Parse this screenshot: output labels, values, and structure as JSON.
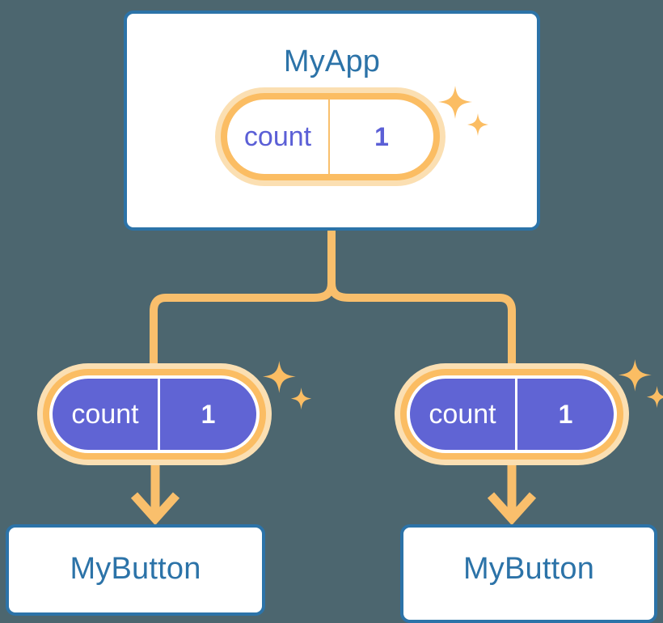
{
  "theme": {
    "background": "#4c666f",
    "card_border": "#2c73a8",
    "card_fill": "#ffffff",
    "title_text": "#2c73a8",
    "state_ring": "#fbbd63",
    "state_halo": "#fbdfb2",
    "state_fill_solid": "#6064d4",
    "state_text_light": "#5b5fd6",
    "state_text_solid": "#ffffff",
    "connector": "#f9bf6c"
  },
  "diagram": {
    "title": "MyApp",
    "root": {
      "label": "MyApp",
      "state": {
        "key": "count",
        "value": "1",
        "sparkle_icon": "sparkle-icon"
      }
    },
    "children": [
      {
        "label": "MyButton",
        "state": {
          "key": "count",
          "value": "1",
          "sparkle_icon": "sparkle-icon"
        },
        "arrow_icon": "arrow-down-icon"
      },
      {
        "label": "MyButton",
        "state": {
          "key": "count",
          "value": "1",
          "sparkle_icon": "sparkle-icon"
        },
        "arrow_icon": "arrow-down-icon"
      }
    ],
    "connectors": {
      "trunk_icon": "tree-branch-connector",
      "branch_count": "2"
    }
  }
}
